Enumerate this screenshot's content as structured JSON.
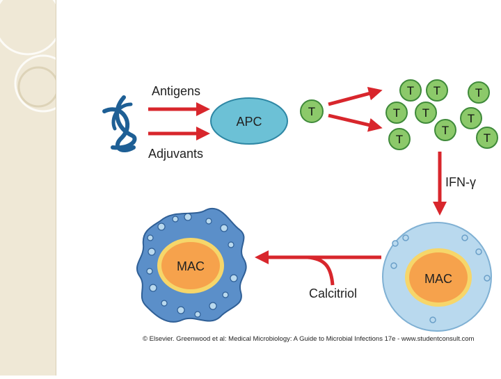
{
  "labels": {
    "antigens": "Antigens",
    "adjuvants": "Adjuvants",
    "apc": "APC",
    "ifn": "IFN-γ",
    "calcitriol": "Calcitriol",
    "mac_left": "MAC",
    "mac_right": "MAC",
    "t": "T"
  },
  "credit": "© Elsevier. Greenwood et al: Medical Microbiology: A Guide to Microbial Infections 17e - www.studentconsult.com",
  "colors": {
    "arrow": "#d8262c",
    "t_cell_fill": "#8cc96a",
    "t_cell_stroke": "#3f8a3a",
    "apc_fill": "#6cc1d6",
    "apc_stroke": "#2e87a4",
    "mac_fill": "#f6a24c",
    "mac_rim": "#f6d66a",
    "mac_outer": "#b9d9ee",
    "mac_left_body": "#5b8fc9",
    "antigen": "#1e5f95",
    "sidebar": "#efe8d6"
  }
}
